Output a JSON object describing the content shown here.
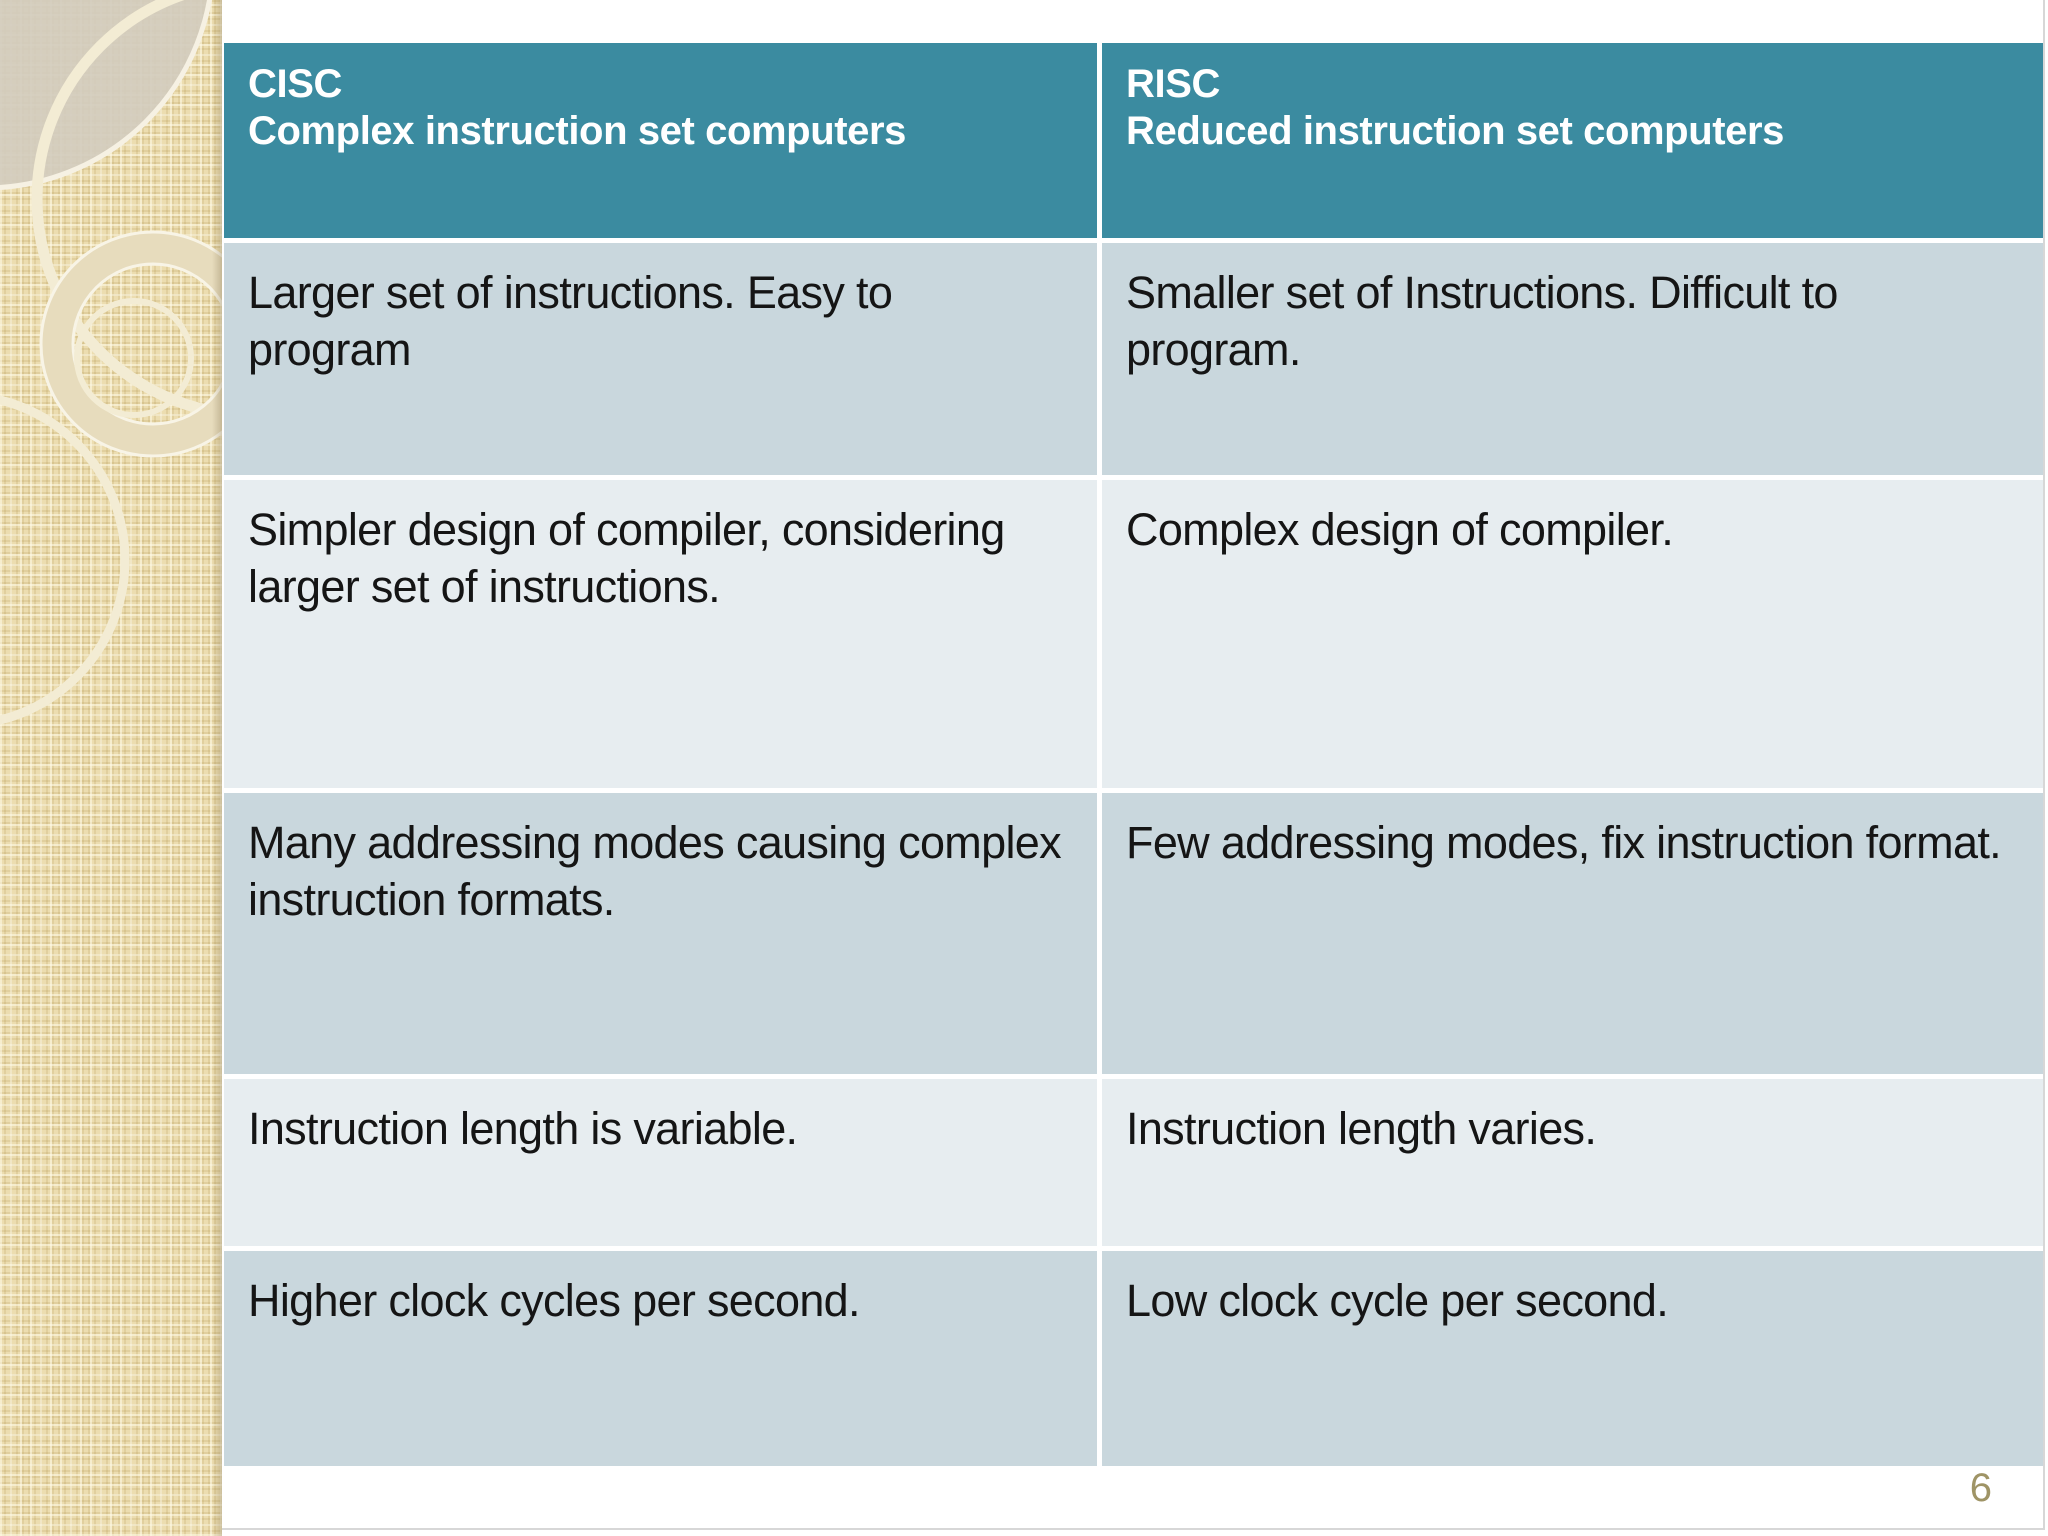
{
  "table": {
    "columns": [
      {
        "acronym": "CISC",
        "title": "Complex instruction set computers"
      },
      {
        "acronym": "RISC",
        "title": "Reduced instruction set computers"
      }
    ],
    "rows": [
      {
        "cisc": "Larger set of instructions. Easy to program",
        "risc": "Smaller set of Instructions. Difficult to program."
      },
      {
        "cisc": "Simpler design of compiler, considering larger set of instructions.",
        "risc": "Complex design of compiler."
      },
      {
        "cisc": "Many addressing modes causing complex instruction formats.",
        "risc": "Few addressing modes, fix instruction format."
      },
      {
        "cisc": "Instruction length is variable.",
        "risc": "Instruction length varies."
      },
      {
        "cisc": "Higher clock cycles per second.",
        "risc": "Low clock cycle per second."
      }
    ]
  },
  "page": {
    "number": "6"
  },
  "colors": {
    "header_teal": "#3b8ba0",
    "row_dark": "#c9d7dd",
    "row_light": "#e7edf0",
    "sidebar_beige": "#ecddb0",
    "page_number": "#9f9466"
  }
}
